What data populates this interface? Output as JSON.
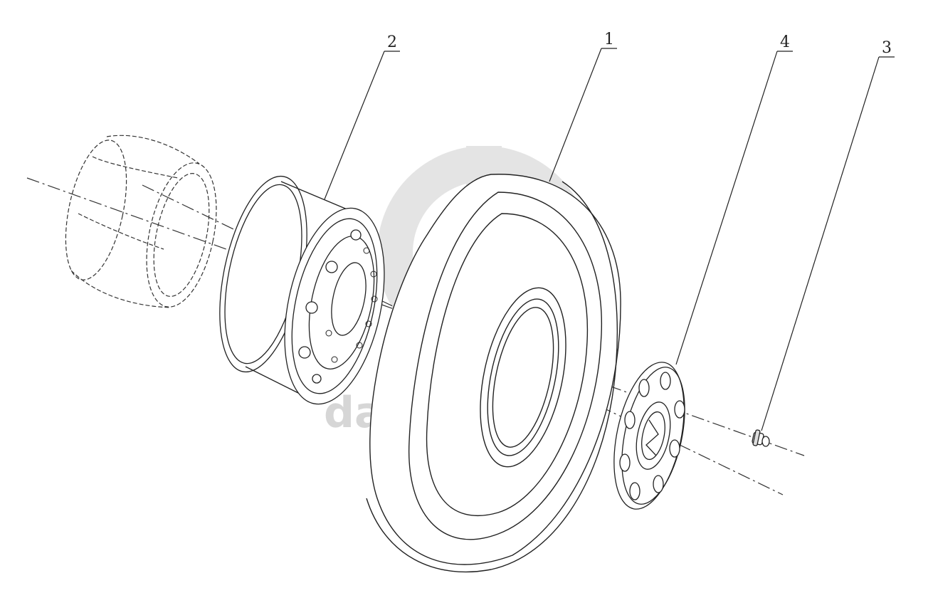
{
  "diagram": {
    "watermark_text": "data-parts",
    "callouts": [
      {
        "id": "1",
        "label": "1",
        "part": "tire"
      },
      {
        "id": "2",
        "label": "2",
        "part": "wheel-rim"
      },
      {
        "id": "3",
        "label": "3",
        "part": "valve"
      },
      {
        "id": "4",
        "label": "4",
        "part": "hub-cover"
      }
    ],
    "colors": {
      "line": "#222222",
      "watermark": "#c8c8c8",
      "background": "#ffffff"
    }
  }
}
